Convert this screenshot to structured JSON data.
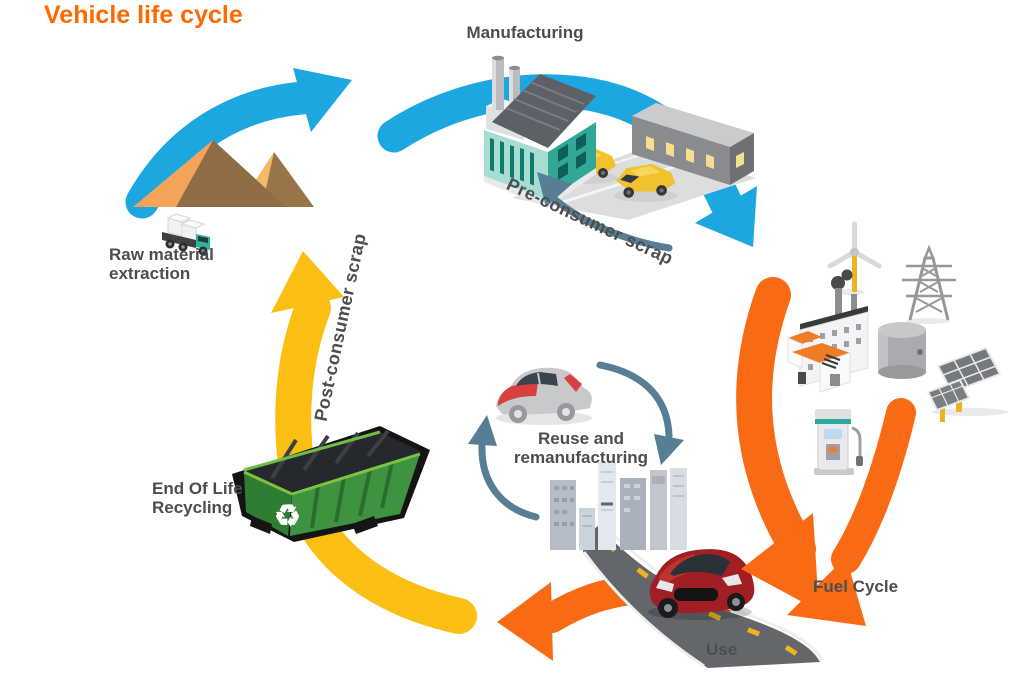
{
  "title": {
    "text": "Vehicle life cycle",
    "color": "#FF6A00"
  },
  "labels": {
    "manufacturing": "Manufacturing",
    "pre_consumer_scrap": "Pre-consumer scrap",
    "raw_material_extraction": "Raw material\nextraction",
    "post_consumer_scrap": "Post-consumer scrap",
    "end_of_life_recycling": "End Of Life\nRecycling",
    "reuse_remanufacturing": "Reuse and\nremanufacturing",
    "fuel_cycle": "Fuel Cycle",
    "use": "Use"
  },
  "icons": {
    "recycle_symbol": "♻",
    "names": [
      "ore-piles",
      "mining-truck",
      "factory",
      "warehouse",
      "new-cars",
      "wind-turbine",
      "power-pylon",
      "refinery",
      "storage-tank",
      "solar-panels",
      "fuel-pump",
      "red-car-on-road",
      "part-painted-car",
      "city-buildings",
      "recycling-skip"
    ]
  },
  "colors": {
    "loop_blue": "#1CA7E0",
    "loop_orange": "#F96A14",
    "recycle_yellow": "#FBBE13",
    "scrap_steel_blue": "#567E95",
    "label_gray": "#4D4D4F",
    "title_orange": "#FF6A00",
    "background": "#FFFFFF"
  },
  "flows": [
    {
      "from": "raw-material-extraction",
      "to": "manufacturing",
      "color": "loop_blue"
    },
    {
      "from": "manufacturing",
      "to": "use",
      "color": "loop_blue_then_orange"
    },
    {
      "from": "manufacturing",
      "to": "manufacturing",
      "color": "scrap_steel_blue",
      "label": "Pre-consumer scrap"
    },
    {
      "from": "fuel-cycle",
      "to": "use",
      "color": "loop_orange"
    },
    {
      "from": "use",
      "to": "end-of-life-recycling",
      "color": "loop_orange"
    },
    {
      "from": "use",
      "to": "reuse-remanufacturing",
      "color": "scrap_steel_blue"
    },
    {
      "from": "end-of-life-recycling",
      "to": "raw-material-extraction",
      "color": "recycle_yellow",
      "label": "Post-consumer scrap"
    }
  ]
}
